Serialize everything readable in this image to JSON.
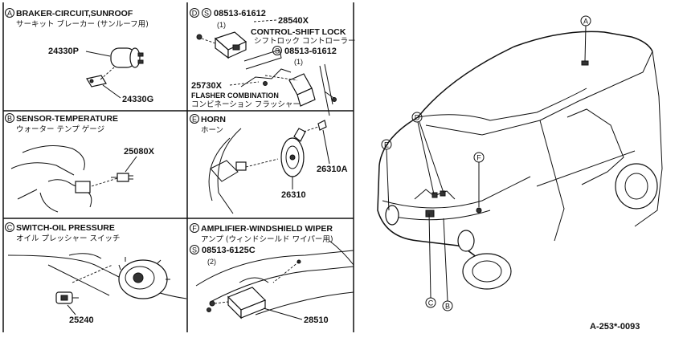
{
  "panels": {
    "a": {
      "letter": "A",
      "title": "BRAKER-CIRCUIT,SUNROOF",
      "subtitle": "サーキット ブレーカー (サンルーフ用)",
      "parts": [
        "24330P",
        "24330G"
      ]
    },
    "b": {
      "letter": "B",
      "title": "SENSOR-TEMPERATURE",
      "subtitle": "ウォーター テンプ ゲージ",
      "parts": [
        "25080X"
      ]
    },
    "c": {
      "letter": "C",
      "title": "SWITCH-OIL PRESSURE",
      "subtitle": "オイル プレッシャー スイッチ",
      "parts": [
        "25240"
      ]
    },
    "d": {
      "letter": "D",
      "screw_code": "08513-61612",
      "screw_qty": "(1)",
      "part_lock": "28540X",
      "lock_title": "CONTROL-SHIFT LOCK",
      "lock_jp": "シフトロック コントローラー",
      "screw_code_2": "08513-61612",
      "screw_qty_2": "(1)",
      "part_flasher": "25730X",
      "flasher_title": "FLASHER COMBINATION",
      "flasher_jp": "コンビネーション フラッシャー",
      "screw_letter": "S"
    },
    "e": {
      "letter": "E",
      "title": "HORN",
      "subtitle": "ホーン",
      "parts": [
        "26310A",
        "26310"
      ]
    },
    "f": {
      "letter": "F",
      "title": "AMPLIFIER-WINDSHIELD WIPER",
      "subtitle": "アンプ (ウィンドシールド ワイパー用)",
      "screw_code": "08513-6125C",
      "screw_qty": "(2)",
      "screw_letter": "S",
      "parts": [
        "28510"
      ]
    }
  },
  "vehicle_callouts": [
    "A",
    "B",
    "C",
    "D",
    "E",
    "F"
  ],
  "figure_code": "A-253*-0093"
}
